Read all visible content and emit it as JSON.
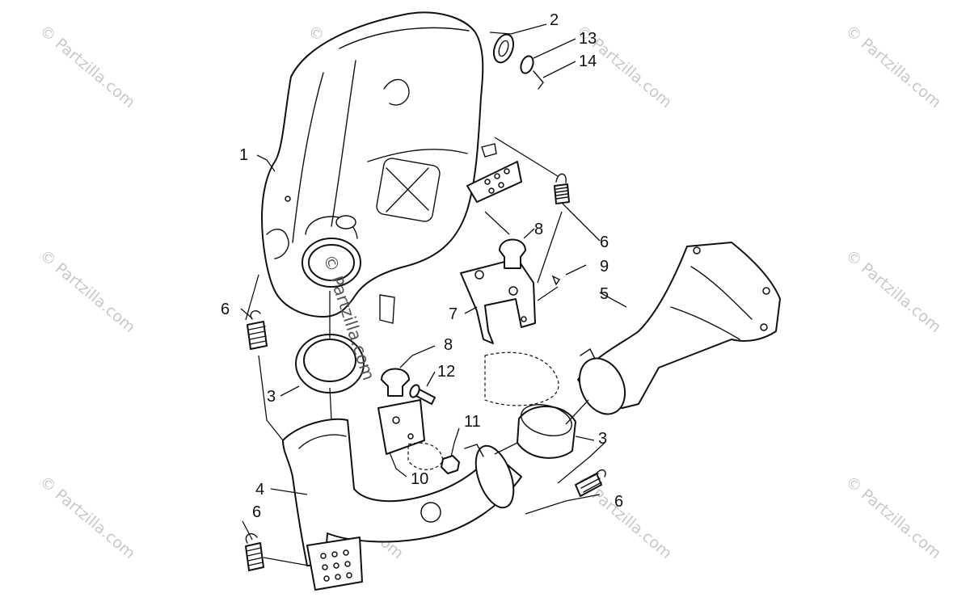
{
  "watermark": "© Partzilla.com",
  "center_watermark": "© Partzilla.com",
  "callouts": [
    "1",
    "2",
    "3",
    "3",
    "4",
    "5",
    "6",
    "6",
    "6",
    "6",
    "7",
    "8",
    "8",
    "9",
    "10",
    "11",
    "12",
    "13",
    "14"
  ]
}
